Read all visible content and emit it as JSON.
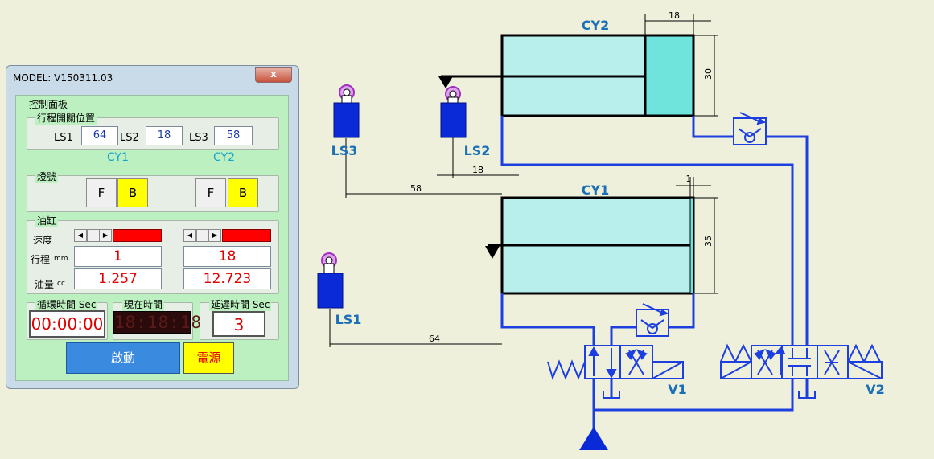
{
  "window": {
    "title": "MODEL: V150311.03",
    "close_glyph": "x",
    "panel_title": "控制面板"
  },
  "switch_positions": {
    "legend": "行程開關位置",
    "ls1_label": "LS1",
    "ls1_value": "64",
    "ls2_label": "LS2",
    "ls2_value": "18",
    "ls3_label": "LS3",
    "ls3_value": "58",
    "cy1_label": "CY1",
    "cy2_label": "CY2"
  },
  "lamps": {
    "legend": "燈號",
    "cy1_f": "F",
    "cy1_b": "B",
    "cy2_f": "F",
    "cy2_b": "B"
  },
  "cylinders": {
    "legend": "油缸",
    "speed_label": "速度",
    "stroke_label": "行程",
    "stroke_unit": "mm",
    "oil_label": "油量",
    "oil_unit": "cc",
    "cy1_stroke": "1",
    "cy2_stroke": "18",
    "cy1_oil": "1.257",
    "cy2_oil": "12.723",
    "scroll_left": "◀",
    "scroll_right": "▶",
    "bar_color": "#ff0000"
  },
  "timers": {
    "cycle_label": "循環時間 Sec",
    "cycle_value": "00:00:00",
    "current_label": "現在時間",
    "current_value": "18:18:18",
    "delay_label": "延遲時間 Sec",
    "delay_value": "3"
  },
  "actions": {
    "start_label": "啟動",
    "power_label": "電源"
  },
  "diagram": {
    "cy2_label": "CY2",
    "cy1_label": "CY1",
    "ls1_label": "LS1",
    "ls2_label": "LS2",
    "ls3_label": "LS3",
    "v1_label": "V1",
    "v2_label": "V2",
    "dim_cy2_width": "18",
    "dim_cy2_height": "30",
    "dim_ls2": "18",
    "dim_ls3": "58",
    "dim_cy1_width": "1",
    "dim_cy1_height": "35",
    "dim_ls1": "64",
    "line_color": "#1d3fe0",
    "cylinder_fill": "#b8efec",
    "piston_fill": "#6ee4dc"
  }
}
